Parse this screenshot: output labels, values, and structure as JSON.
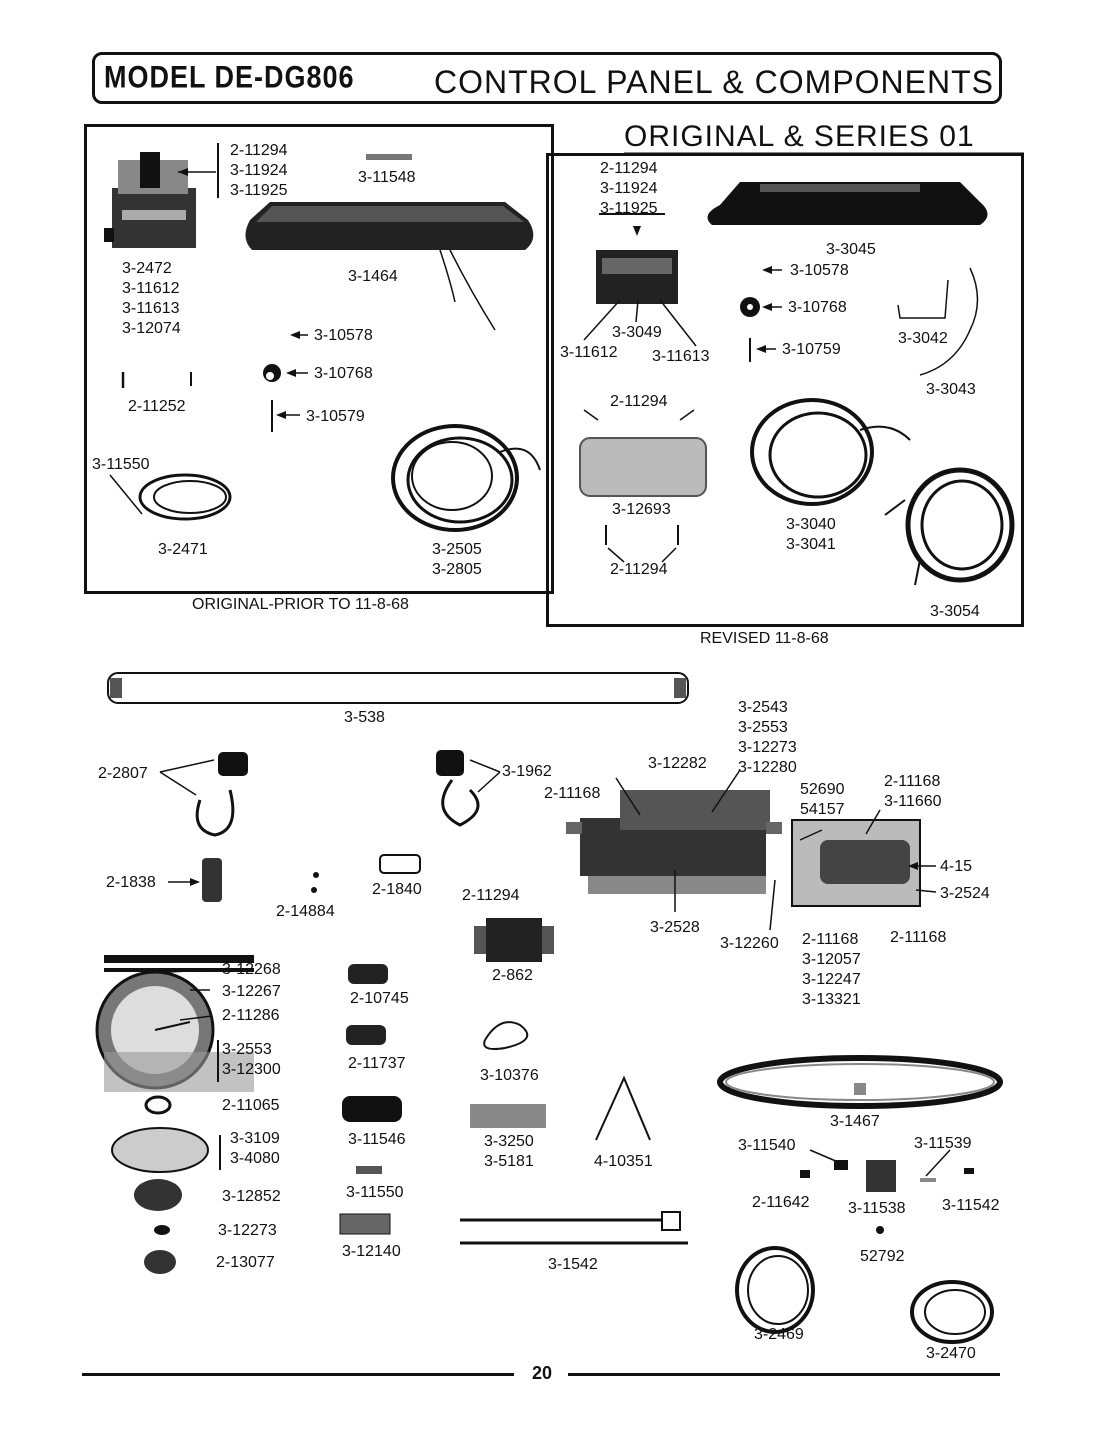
{
  "header": {
    "model": "MODEL DE-DG806",
    "section": "CONTROL PANEL & COMPONENTS",
    "series": "ORIGINAL & SERIES 01"
  },
  "captions": {
    "original": "ORIGINAL-PRIOR TO 11-8-68",
    "revised": "REVISED 11-8-68"
  },
  "page_number": "20",
  "labels": {
    "o_2_11294": "2-11294",
    "o_3_11924": "3-11924",
    "o_3_11925": "3-11925",
    "o_3_11548": "3-11548",
    "o_3_2472": "3-2472",
    "o_3_11612": "3-11612",
    "o_3_11613": "3-11613",
    "o_3_12074": "3-12074",
    "o_3_1464": "3-1464",
    "o_3_10578": "3-10578",
    "o_3_10768": "3-10768",
    "o_2_11252": "2-11252",
    "o_3_10579": "3-10579",
    "o_3_11550": "3-11550",
    "o_3_2471": "3-2471",
    "o_3_2505": "3-2505",
    "o_3_2805": "3-2805",
    "r_2_11294": "2-11294",
    "r_3_11924": "3-11924",
    "r_3_11925": "3-11925",
    "r_3_3045": "3-3045",
    "r_3_10578": "3-10578",
    "r_3_10768": "3-10768",
    "r_3_3042": "3-3042",
    "r_3_3049": "3-3049",
    "r_3_11612": "3-11612",
    "r_3_11613": "3-11613",
    "r_3_10759": "3-10759",
    "r_3_3043": "3-3043",
    "r_2_11294_b": "2-11294",
    "r_3_12693": "3-12693",
    "r_2_11294_c": "2-11294",
    "r_3_3040": "3-3040",
    "r_3_3041": "3-3041",
    "r_3_3054": "3-3054",
    "b_3_538": "3-538",
    "b_2_2807": "2-2807",
    "b_3_1962": "3-1962",
    "b_3_2543": "3-2543",
    "b_3_2553": "3-2553",
    "b_3_12273": "3-12273",
    "b_3_12280": "3-12280",
    "b_3_12282": "3-12282",
    "b_2_11168": "2-11168",
    "b_52690": "52690",
    "b_54157": "54157",
    "b_2_11168_b": "2-11168",
    "b_3_11660": "3-11660",
    "b_4_15": "4-15",
    "b_3_2524": "3-2524",
    "b_2_1838": "2-1838",
    "b_2_14884": "2-14884",
    "b_2_1840": "2-1840",
    "b_2_11294": "2-11294",
    "b_3_2528": "3-2528",
    "b_3_12260": "3-12260",
    "b_2_11168_c": "2-11168",
    "b_2_11168_d": "2-11168",
    "b_3_12057": "3-12057",
    "b_3_12247": "3-12247",
    "b_3_13321": "3-13321",
    "b_2_862": "2-862",
    "b_3_12268": "3-12268",
    "b_3_12267": "3-12267",
    "b_2_11286": "2-11286",
    "b_3_2553_b": "3-2553",
    "b_3_12300": "3-12300",
    "b_2_11065": "2-11065",
    "b_3_3109": "3-3109",
    "b_3_4080": "3-4080",
    "b_3_12852": "3-12852",
    "b_3_12273_b": "3-12273",
    "b_2_13077": "2-13077",
    "b_2_10745": "2-10745",
    "b_2_11737": "2-11737",
    "b_3_10376": "3-10376",
    "b_3_11546": "3-11546",
    "b_3_3250": "3-3250",
    "b_3_5181": "3-5181",
    "b_4_10351": "4-10351",
    "b_3_11550": "3-11550",
    "b_3_12140": "3-12140",
    "b_3_1542": "3-1542",
    "b_3_1467": "3-1467",
    "b_3_11540": "3-11540",
    "b_3_11539": "3-11539",
    "b_2_11642": "2-11642",
    "b_3_11538": "3-11538",
    "b_3_11542": "3-11542",
    "b_52792": "52792",
    "b_3_2469": "3-2469",
    "b_3_2470": "3-2470"
  }
}
